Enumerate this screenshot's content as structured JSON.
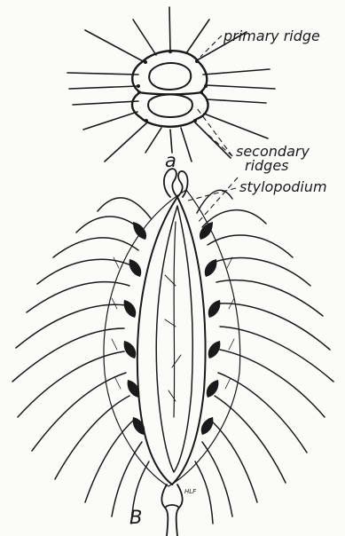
{
  "labels": {
    "primary_ridge": "primary ridge",
    "secondary_ridges_line1": "secondary",
    "secondary_ridges_line2": "ridges",
    "stylopodium": "stylopodium",
    "figure_a": "a",
    "figure_b": "B",
    "initials": "HLF"
  }
}
